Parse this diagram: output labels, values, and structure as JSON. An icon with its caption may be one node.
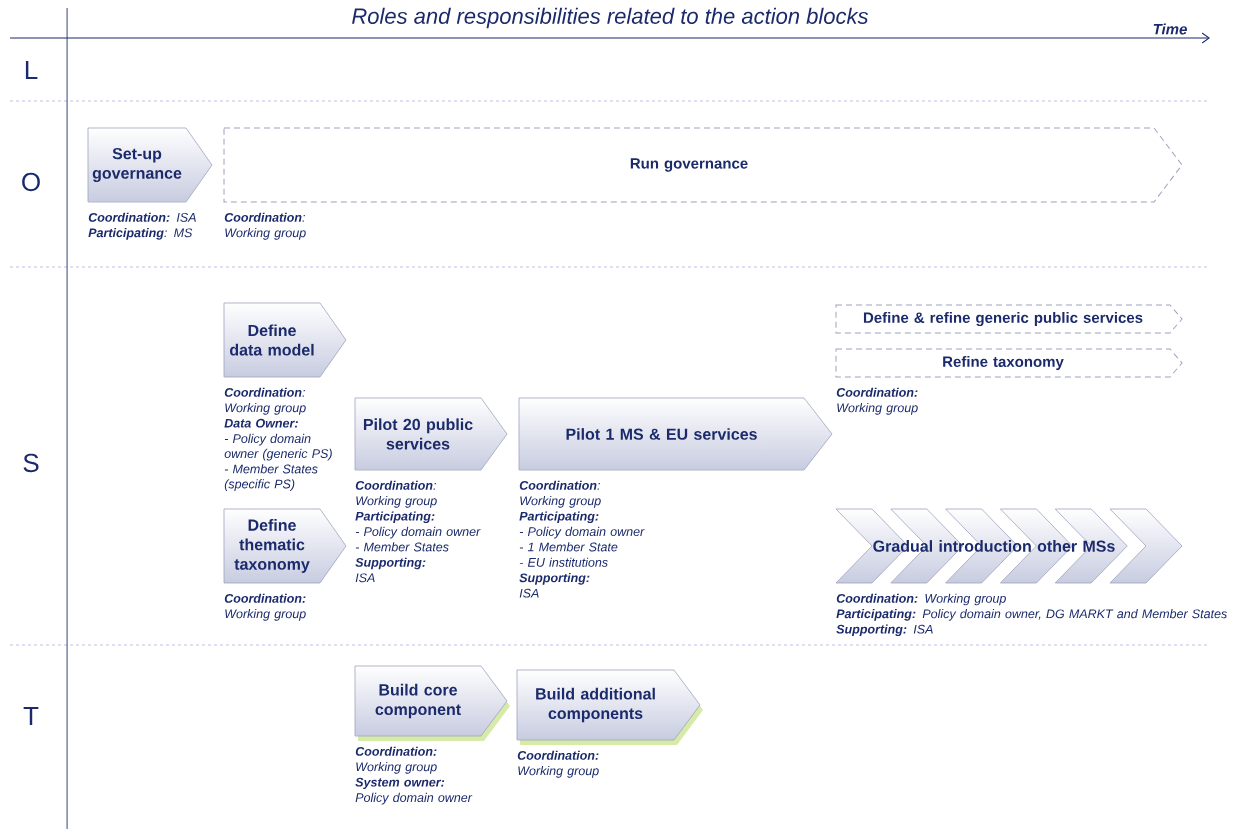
{
  "diagram": {
    "title": "Roles and responsibilities related to the action blocks",
    "nodes": [
      {
        "text": [
          "Set-up governance"
        ],
        "beside": [
          "**Coordination:** ISA",
          "**Participating**: MS"
        ]
      },
      {
        "text": [
          "Run governance"
        ],
        "beside": [
          "**Coordination**:",
          "Working group"
        ]
      },
      {
        "text": [
          "Define data model"
        ],
        "beside": [
          "**Coordination**:",
          "Working group",
          "**Data Owner:**",
          "- Policy domain owner (generic PS)",
          "- Member States (specific PS)"
        ]
      },
      {
        "text": [
          "Pilot 20 public services"
        ],
        "beside": [
          "**Coordination**:",
          "Working group",
          "**Participating:**",
          "- Policy domain owner",
          "- Member States",
          "**Supporting:**",
          "ISA"
        ]
      },
      {
        "text": [
          "Pilot 1 MS & EU services"
        ],
        "beside": [
          "**Coordination**:",
          "Working group",
          "**Participating:**",
          "- Policy domain owner",
          "- 1 Member State",
          "- EU institutions",
          "**Supporting:**",
          "ISA"
        ]
      },
      {
        "text": [
          "Define thematic taxonomy"
        ],
        "beside": [
          "**Coordination:**",
          "Working group"
        ]
      },
      {
        "text": [
          "Define & refine generic public services"
        ]
      },
      {
        "text": [
          "Refine taxonomy"
        ],
        "beside": [
          "**Coordination:**",
          "Working group"
        ]
      },
      {
        "text": [
          "Gradual introduction other MSs"
        ],
        "beside": [
          "**Coordination:** Working group",
          "**Participating:** Policy domain owner, DG MARKT and Member States",
          "**Supporting:** ISA"
        ]
      },
      {
        "text": [
          "Build core component"
        ],
        "beside": [
          "**Coordination:**",
          "Working group",
          "**System owner:**",
          "Policy domain owner"
        ]
      },
      {
        "text": [
          "Build additional components"
        ],
        "beside": [
          "**Coordination:**",
          "Working group"
        ]
      }
    ],
    "labels": [
      "Time",
      "L",
      "O",
      "S",
      "T"
    ]
  }
}
